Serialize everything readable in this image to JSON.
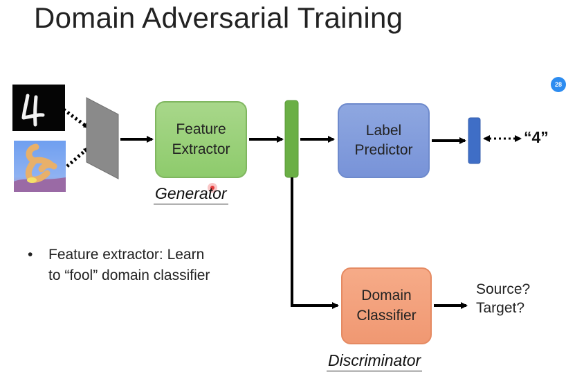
{
  "slide": {
    "title": "Domain Adversarial Training",
    "feature_extractor_line1": "Feature",
    "feature_extractor_line2": "Extractor",
    "label_predictor_line1": "Label",
    "label_predictor_line2": "Predictor",
    "domain_classifier_line1": "Domain",
    "domain_classifier_line2": "Classifier",
    "generator_label": "Generator",
    "discriminator_label": "Discriminator",
    "output_label": "“4”",
    "source_question": "Source?",
    "target_question": "Target?",
    "bullet_line1": "Feature extractor: Learn",
    "bullet_line2": "to “fool” domain classifier",
    "bullet_symbol": "•",
    "digit_sample_text": "4",
    "page_badge": "28"
  },
  "colors": {
    "feature_extractor": "#9dd27d",
    "label_predictor": "#839edc",
    "domain_classifier": "#f3a27e",
    "feature_bar": "#6aaf45",
    "output_bar": "#3f6ec6",
    "projection_plane": "#8a8a8a",
    "badge": "#2d8cf0"
  },
  "icons": [
    "digit-four-image",
    "colored-digit-image",
    "projection-plane",
    "recording-cursor-icon"
  ]
}
